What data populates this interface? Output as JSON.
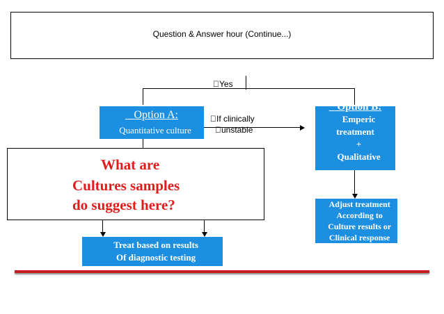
{
  "title": "Question & Answer hour (Continue...)",
  "branch_yes": "Yes",
  "condition": {
    "line1": "If clinically",
    "line2": "unstable"
  },
  "option_a": {
    "title": "Option A:",
    "subtitle": "Quantitative culture"
  },
  "option_b": {
    "title": "Option B:",
    "lines": [
      "Emperic",
      "treatment",
      "+",
      "Qualitative"
    ]
  },
  "question": {
    "lines": [
      "What are",
      "Cultures samples",
      "do suggest here?"
    ]
  },
  "treat_box": {
    "lines": [
      "Treat based on results",
      "Of diagnostic testing"
    ]
  },
  "adjust_box": {
    "lines": [
      "Adjust treatment",
      "According to",
      "Culture results or",
      "Clinical response"
    ]
  },
  "colors": {
    "box_blue": "#1d8fe0",
    "question_red": "#e21b1b",
    "rule_red": "#c61d1d"
  }
}
